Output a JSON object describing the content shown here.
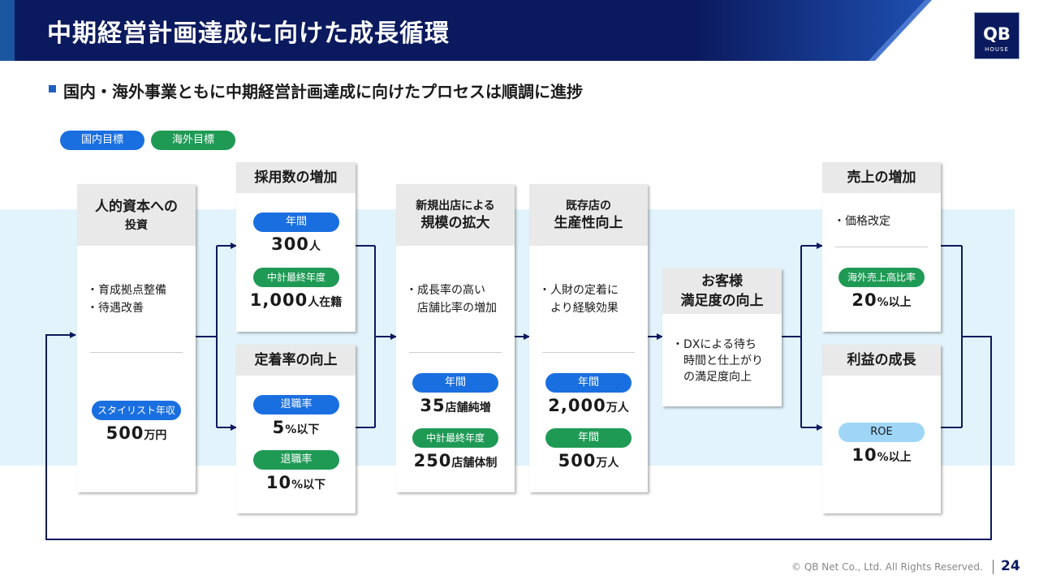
{
  "header": {
    "title": "中期経営計画達成に向けた成長循環"
  },
  "logo": {
    "main": "QB",
    "sub": "HOUSE"
  },
  "subtitle": "国内・海外事業ともに中期経営計画達成に向けたプロセスは順調に進捗",
  "legend": {
    "domestic": "国内目標",
    "overseas": "海外目標"
  },
  "human_capital": {
    "title_line1": "人的資本への",
    "title_line2": "投資",
    "bullets": [
      "・育成拠点整備",
      "・待遇改善"
    ],
    "tag": "スタイリスト年収",
    "value_num": "500",
    "value_unit": "万円"
  },
  "hiring": {
    "title": "採用数の増加",
    "tag1": "年間",
    "value1_num": "300",
    "value1_unit": "人",
    "tag2": "中計最終年度",
    "value2_num": "1,000",
    "value2_unit": "人在籍"
  },
  "retention": {
    "title": "定着率の向上",
    "tag1": "退職率",
    "value1_num": "5",
    "value1_unit": "%以下",
    "tag2": "退職率",
    "value2_num": "10",
    "value2_unit": "%以下"
  },
  "expansion": {
    "title_line1": "新規出店による",
    "title_line2": "規模の拡大",
    "bullet_line1": "・成長率の高い",
    "bullet_line2": "店舗比率の増加",
    "tag1": "年間",
    "value1_num": "35",
    "value1_unit": "店舗純増",
    "tag2": "中計最終年度",
    "value2_num": "250",
    "value2_unit": "店舗体制"
  },
  "productivity": {
    "title_line1": "既存店の",
    "title_line2": "生産性向上",
    "bullet_line1": "・人財の定着に",
    "bullet_line2": "より経験効果",
    "tag1": "年間",
    "value1_num": "2,000",
    "value1_unit": "万人",
    "tag2": "年間",
    "value2_num": "500",
    "value2_unit": "万人"
  },
  "satisfaction": {
    "title_line1": "お客様",
    "title_line2": "満足度の向上",
    "bullet_line1": "・DXによる待ち",
    "bullet_line2": "時間と仕上がり",
    "bullet_line3": "の満足度向上"
  },
  "sales": {
    "title": "売上の増加",
    "bullet": "・価格改定",
    "tag": "海外売上高比率",
    "value_num": "20",
    "value_unit": "%以上"
  },
  "profit": {
    "title": "利益の成長",
    "tag": "ROE",
    "value_num": "10",
    "value_unit": "%以上"
  },
  "footer": {
    "copyright": "© QB Net Co., Ltd. All Rights Reserved.",
    "page": "24"
  },
  "colors": {
    "navy": "#0b1a5e",
    "domestic_blue": "#1a6fe0",
    "overseas_green": "#1f9a55",
    "light_blue": "#9fd6f7",
    "band": "#e3f3fc"
  }
}
